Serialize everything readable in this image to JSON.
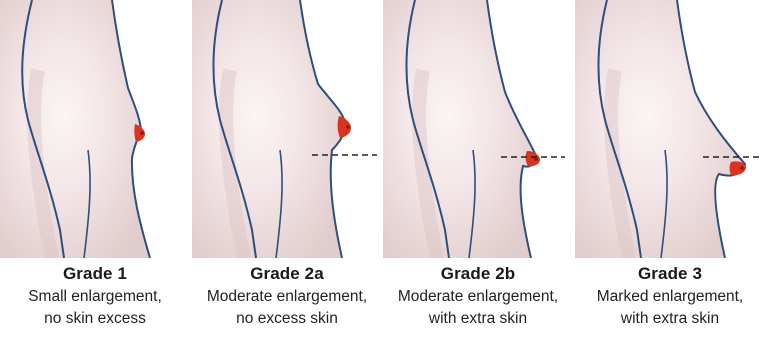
{
  "colors": {
    "skin_outer": "#e4d0d1",
    "skin_inner": "#f6ecec",
    "skin_highlight": "#fbf5f5",
    "outline": "#2d4f7c",
    "tissue": "#d9351e",
    "tissue_dark": "#8a1a10",
    "reference_line": "#222222",
    "text": "#1a1a1a"
  },
  "panels": [
    {
      "grade": "Grade 1",
      "line1": "Small enlargement,",
      "line2": "no skin excess"
    },
    {
      "grade": "Grade 2a",
      "line1": "Moderate enlargement,",
      "line2": "no excess skin"
    },
    {
      "grade": "Grade 2b",
      "line1": "Moderate enlargement,",
      "line2": "with extra skin"
    },
    {
      "grade": "Grade 3",
      "line1": "Marked enlargement,",
      "line2": "with extra skin"
    }
  ]
}
